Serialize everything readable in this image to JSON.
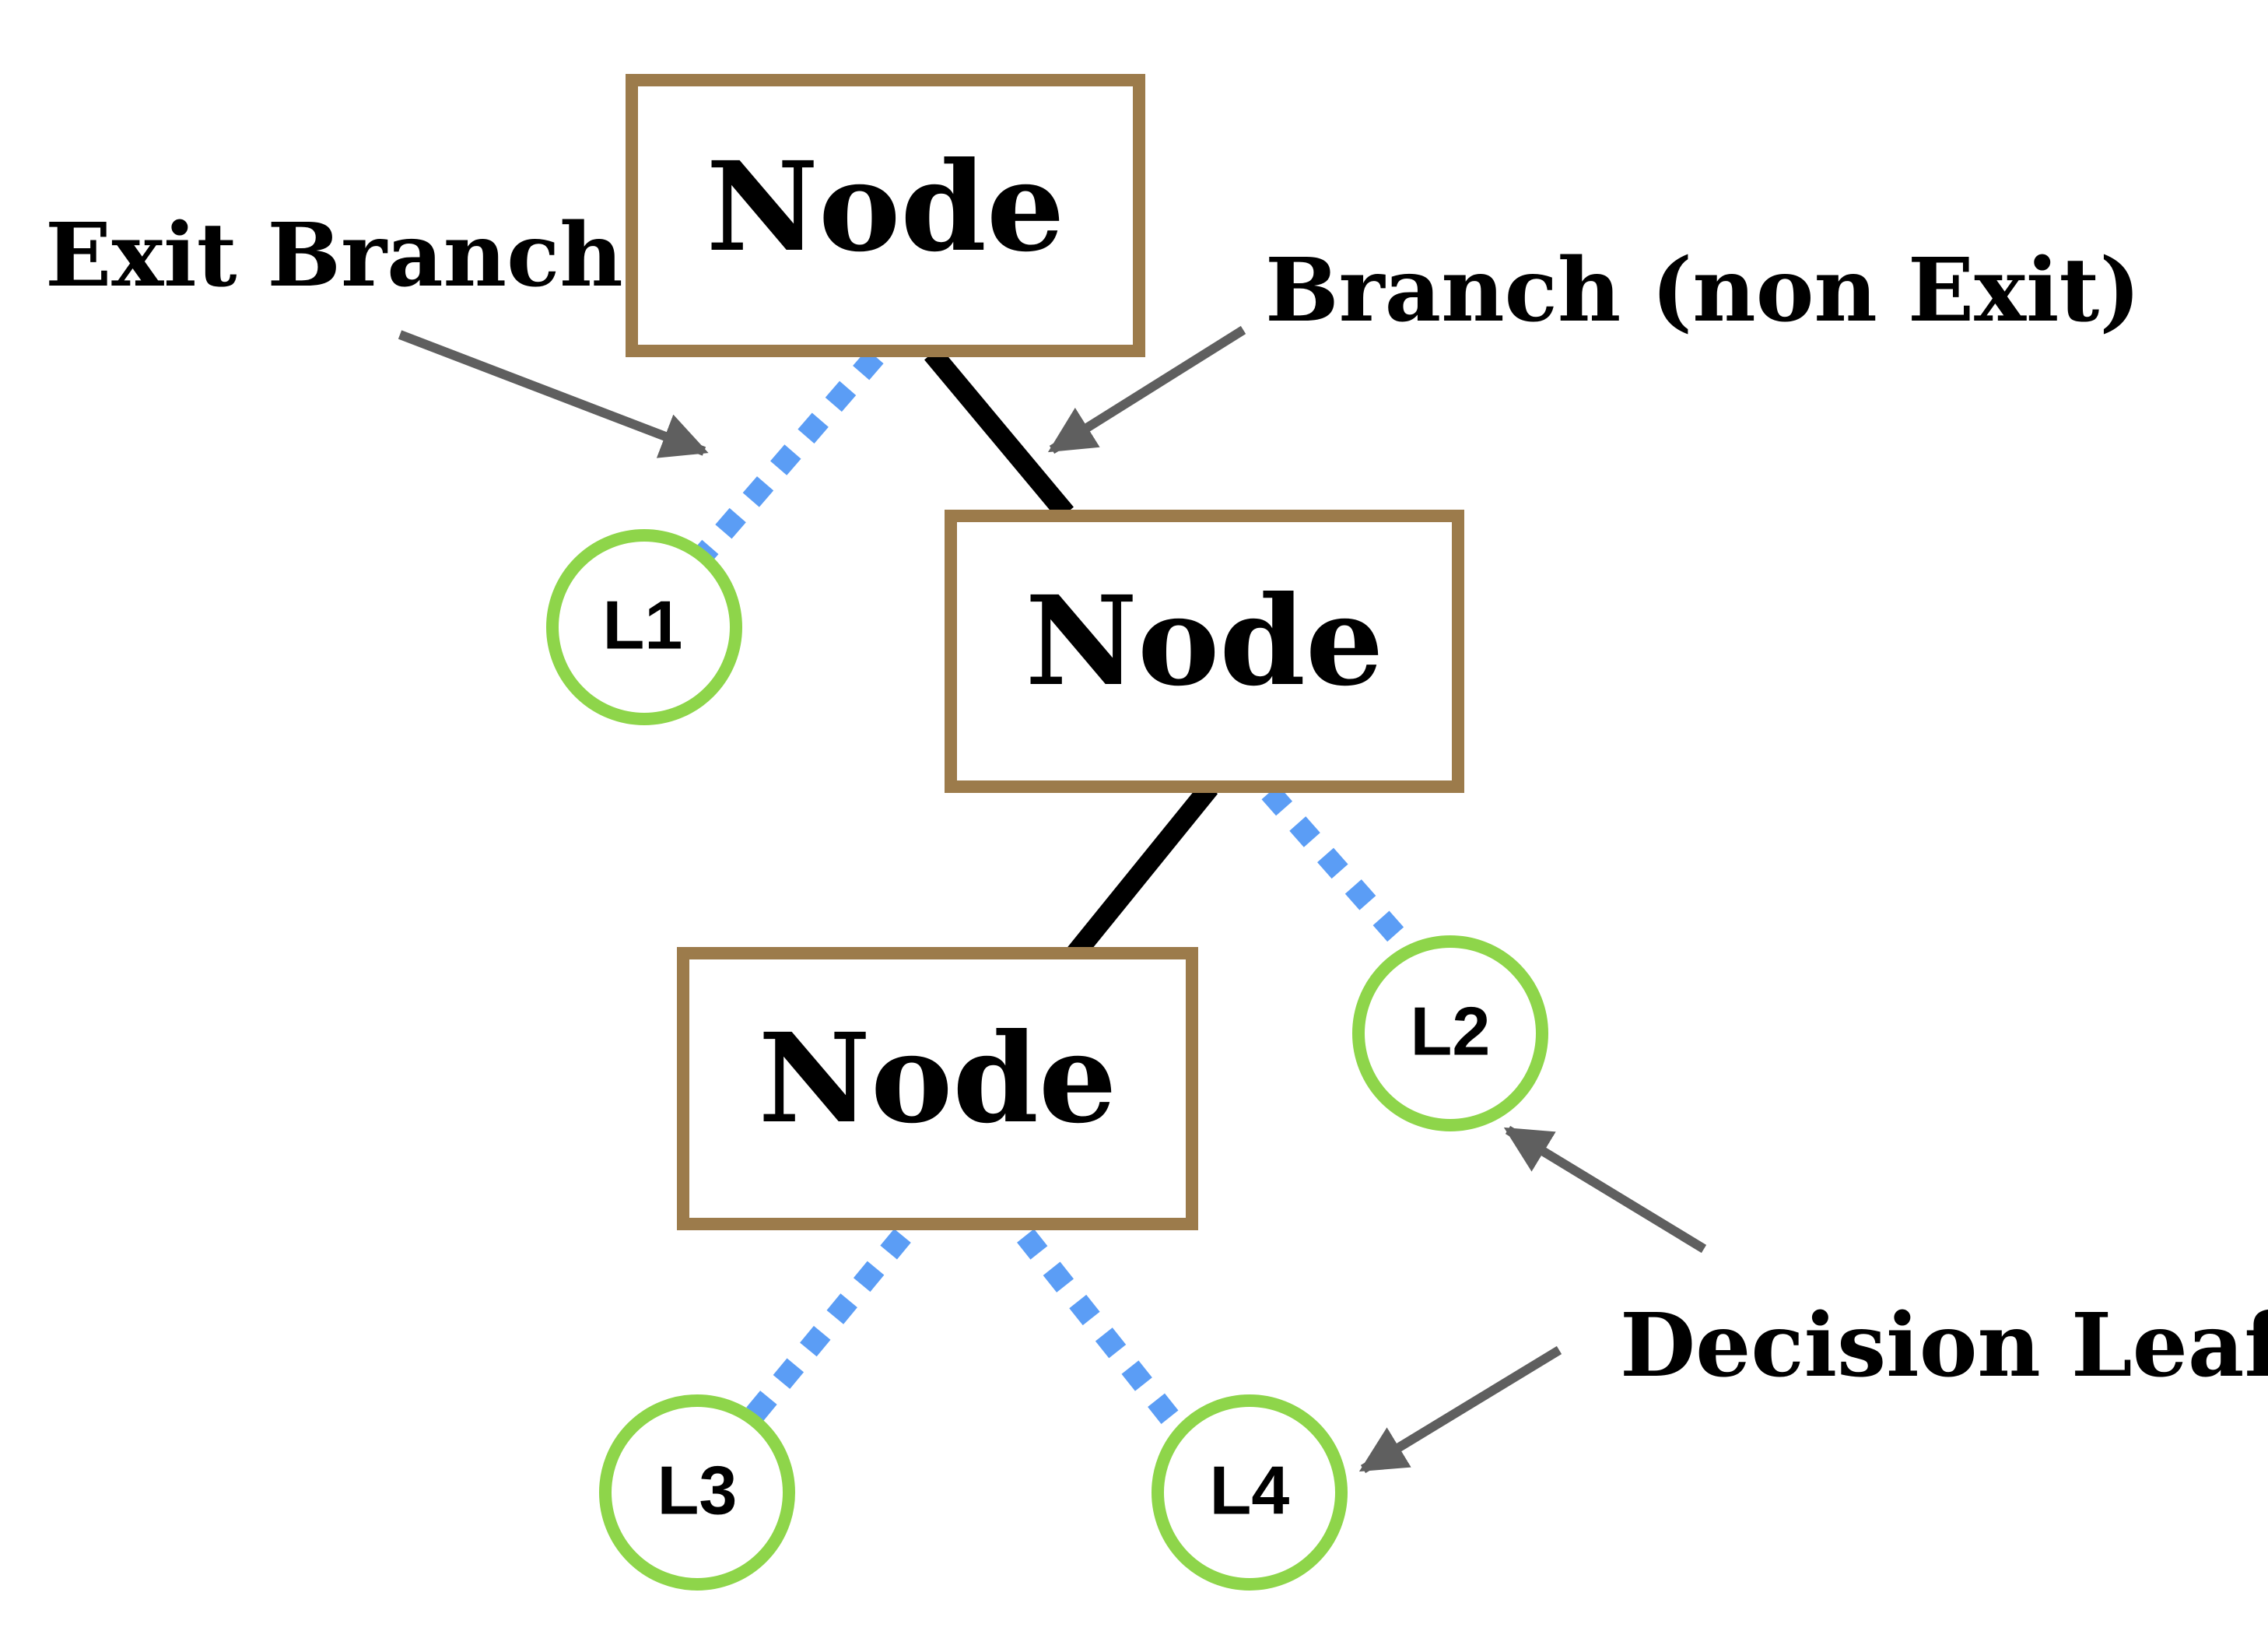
{
  "colors": {
    "node_border": "#9c7b4b",
    "leaf_border": "#8ed54a",
    "branch_solid": "#000000",
    "branch_exit": "#5b9df5",
    "arrow": "#5f5f5f",
    "text": "#000000",
    "background": "#ffffff"
  },
  "nodes": [
    {
      "id": "node-1",
      "label": "Node"
    },
    {
      "id": "node-2",
      "label": "Node"
    },
    {
      "id": "node-3",
      "label": "Node"
    }
  ],
  "leaves": [
    {
      "id": "leaf-l1",
      "label": "L1"
    },
    {
      "id": "leaf-l2",
      "label": "L2"
    },
    {
      "id": "leaf-l3",
      "label": "L3"
    },
    {
      "id": "leaf-l4",
      "label": "L4"
    }
  ],
  "edges": [
    {
      "from": "node-1",
      "to": "leaf-l1",
      "kind": "exit"
    },
    {
      "from": "node-1",
      "to": "node-2",
      "kind": "branch"
    },
    {
      "from": "node-2",
      "to": "node-3",
      "kind": "branch"
    },
    {
      "from": "node-2",
      "to": "leaf-l2",
      "kind": "exit"
    },
    {
      "from": "node-3",
      "to": "leaf-l3",
      "kind": "exit"
    },
    {
      "from": "node-3",
      "to": "leaf-l4",
      "kind": "exit"
    }
  ],
  "annotations": {
    "exit_branch": "Exit Branch",
    "branch_non_exit": "Branch (non Exit)",
    "decision_leafs": "Decision Leafs"
  }
}
